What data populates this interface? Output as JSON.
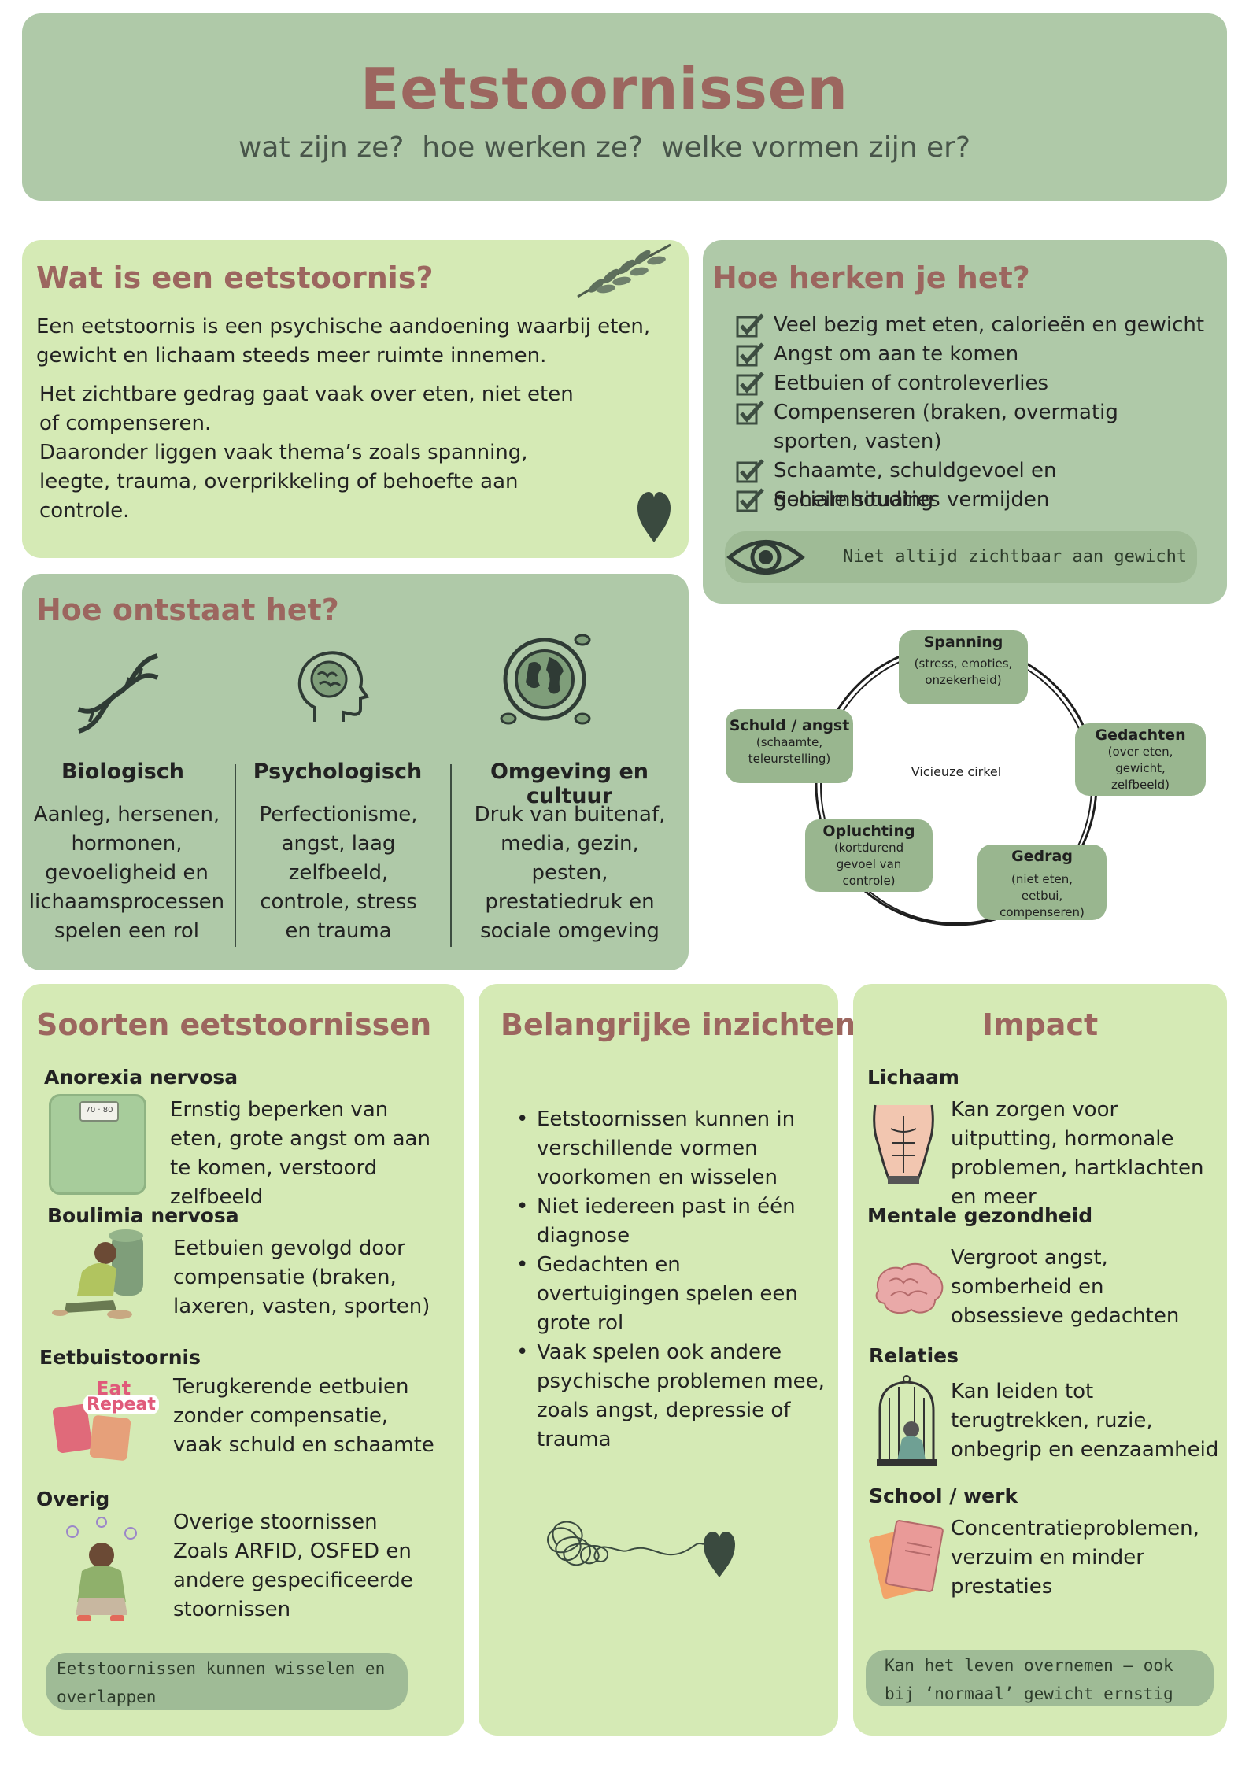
{
  "header": {
    "title": "Eetstoornissen",
    "subtitle": "wat zijn ze?  hoe werken ze?  welke vormen zijn er?"
  },
  "what": {
    "title": "Wat is een eetstoornis?",
    "p1": "Een eetstoornis is een psychische aandoening waarbij eten, gewicht en lichaam steeds meer ruimte innemen.",
    "p2": "Het zichtbare gedrag gaat vaak over eten, niet eten of compenseren.",
    "p3": "Daaronder liggen vaak thema’s zoals spanning, leegte, trauma, overprikkeling of behoefte aan controle."
  },
  "recognize": {
    "title": "Hoe herken je het?",
    "items": [
      "Veel bezig met eten, calorieën en gewicht",
      "Angst om aan te komen",
      "Eetbuien of controleverlies",
      "Compenseren (braken, overmatig sporten, vasten)",
      "Schaamte, schuldgevoel en geheimhouding",
      "Sociale situaties vermijden"
    ],
    "note": "Niet altijd zichtbaar aan gewicht"
  },
  "origin": {
    "title": "Hoe ontstaat het?",
    "columns": [
      {
        "title": "Biologisch",
        "text": "Aanleg, hersenen, hormonen, gevoeligheid en lichaamsprocessen spelen een rol"
      },
      {
        "title": "Psychologisch",
        "text": "Perfectionisme, angst, laag zelfbeeld, controle, stress en trauma"
      },
      {
        "title": "Omgeving en cultuur",
        "text": "Druk van buitenaf, media, gezin, pesten, prestatiedruk en sociale omgeving"
      }
    ]
  },
  "cycle": {
    "center": "Vicieuze cirkel",
    "nodes": [
      {
        "title": "Spanning",
        "desc": "(stress, emoties, onzekerheid)"
      },
      {
        "title": "Gedachten",
        "desc": "(over eten, gewicht, zelfbeeld)"
      },
      {
        "title": "Gedrag",
        "desc": "(niet eten, eetbui, compenseren)"
      },
      {
        "title": "Opluchting",
        "desc": "(kortdurend gevoel van controle)"
      },
      {
        "title": "Schuld / angst",
        "desc": "(schaamte, teleurstelling)"
      }
    ]
  },
  "types": {
    "title": "Soorten eetstoornissen",
    "items": [
      {
        "name": "Anorexia nervosa",
        "text": "Ernstig beperken van eten, grote angst om aan te komen, verstoord zelfbeeld"
      },
      {
        "name": "Boulimia nervosa",
        "text": "Eetbuien gevolgd door compensatie (braken, laxeren, vasten, sporten)"
      },
      {
        "name": "Eetbuistoornis",
        "text": "Terugkerende eetbuien zonder compensatie, vaak schuld en schaamte"
      },
      {
        "name": "Overig",
        "text": "Overige stoornissen Zoals ARFID, OSFED en andere gespecificeerde stoornissen"
      }
    ],
    "note": "Eetstoornissen kunnen wisselen en overlappen",
    "sticker_eat": "Eat",
    "sticker_repeat": "Repeat",
    "scale_marks": "70 · 80"
  },
  "insights": {
    "title": "Belangrijke inzichten",
    "items": [
      "Eetstoornissen kunnen in verschillende vormen voorkomen en wisselen",
      "Niet iedereen past in één diagnose",
      "Gedachten en overtuigingen spelen een grote rol",
      "Vaak spelen ook andere psychische problemen mee, zoals angst, depressie of trauma"
    ]
  },
  "impact": {
    "title": "Impact",
    "items": [
      {
        "name": "Lichaam",
        "text": "Kan zorgen voor uitputting, hormonale problemen, hartklachten en meer"
      },
      {
        "name": "Mentale gezondheid",
        "text": "Vergroot angst, somberheid en obsessieve gedachten"
      },
      {
        "name": "Relaties",
        "text": "Kan leiden tot terugtrekken, ruzie, onbegrip en eenzaamheid"
      },
      {
        "name": "School / werk",
        "text": "Concentratieproblemen, verzuim en minder prestaties"
      }
    ],
    "note": "Kan het leven overnemen – ook bij ‘normaal’ gewicht ernstig"
  },
  "colors": {
    "dark_card": "#afc9a8",
    "light_card": "#d5eab5",
    "heading": "#9c665f",
    "pill": "#9fbb96",
    "icon": "#2f3b35"
  }
}
